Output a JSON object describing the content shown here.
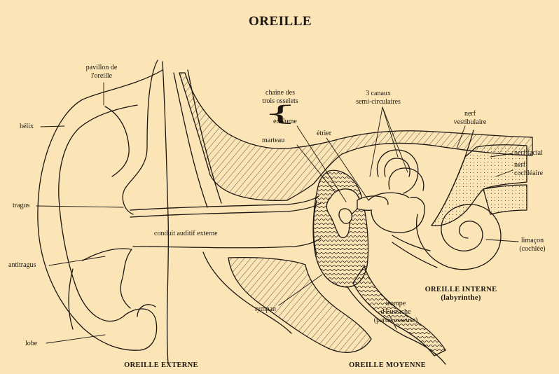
{
  "title": "OREILLE",
  "labels": {
    "pavillon": [
      "pavillon de",
      "l'oreille"
    ],
    "helix": "hélix",
    "tragus": "tragus",
    "antitragus": "antitragus",
    "lobe": "lobe",
    "conduit": "conduit auditif externe",
    "chaine": [
      "chaîne des",
      "trois osselets"
    ],
    "enclume": "enclume",
    "marteau": "marteau",
    "etrier": "étrier",
    "canaux": [
      "3 canaux",
      "semi-circulaires"
    ],
    "nerf_vestibulaire": [
      "nerf",
      "vestibulaire"
    ],
    "nerf_facial": "nerf facial",
    "nerf_cochleaire": [
      "nerf",
      "cochléaire"
    ],
    "limacon": [
      "limaçon",
      "(cochlée)"
    ],
    "tympan": "tympan",
    "trompe": [
      "trompe",
      "d'Eustache",
      "(partie osseuse)"
    ]
  },
  "sections": {
    "interne": [
      "OREILLE INTERNE",
      "(labyrinthe)"
    ],
    "externe": "OREILLE EXTERNE",
    "moyenne": "OREILLE MOYENNE"
  },
  "colors": {
    "paper": "#fbe5b7",
    "ink": "#1c1610"
  }
}
